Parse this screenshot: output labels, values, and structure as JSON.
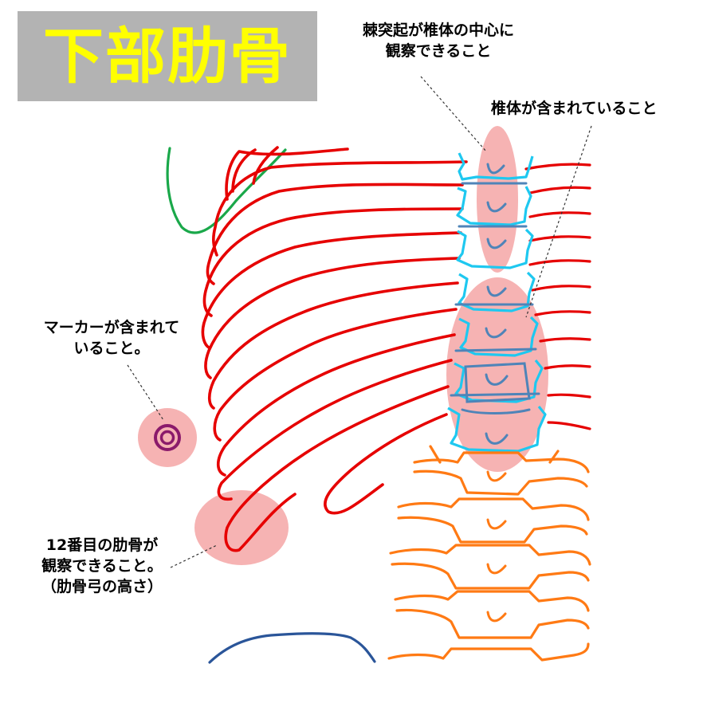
{
  "title": "下部肋骨",
  "labels": {
    "spinous_1": "棘突起が椎体の中心に",
    "spinous_2": "観察できること",
    "vertebra": "椎体が含まれていること",
    "marker_1": "マーカーが含まれて",
    "marker_2": "いること。",
    "rib12_1": "12番目の肋骨が",
    "rib12_2": "観察できること。",
    "rib12_3": "（肋骨弓の高さ）"
  },
  "colors": {
    "title_bg": "#b3b3b3",
    "title_text": "#ffff00",
    "ribs": "#e60000",
    "thoracic_vertebrae": "#1ec8f0",
    "lumbar_vertebrae": "#ff7a14",
    "spinous_process": "#4f84b8",
    "highlight": "#f2a0a0",
    "marker": "#8b1a6b",
    "scapula_line": "#1aa84a",
    "pelvis_line": "#2a5599"
  },
  "icons": {
    "marker": "target-ring-marker"
  }
}
